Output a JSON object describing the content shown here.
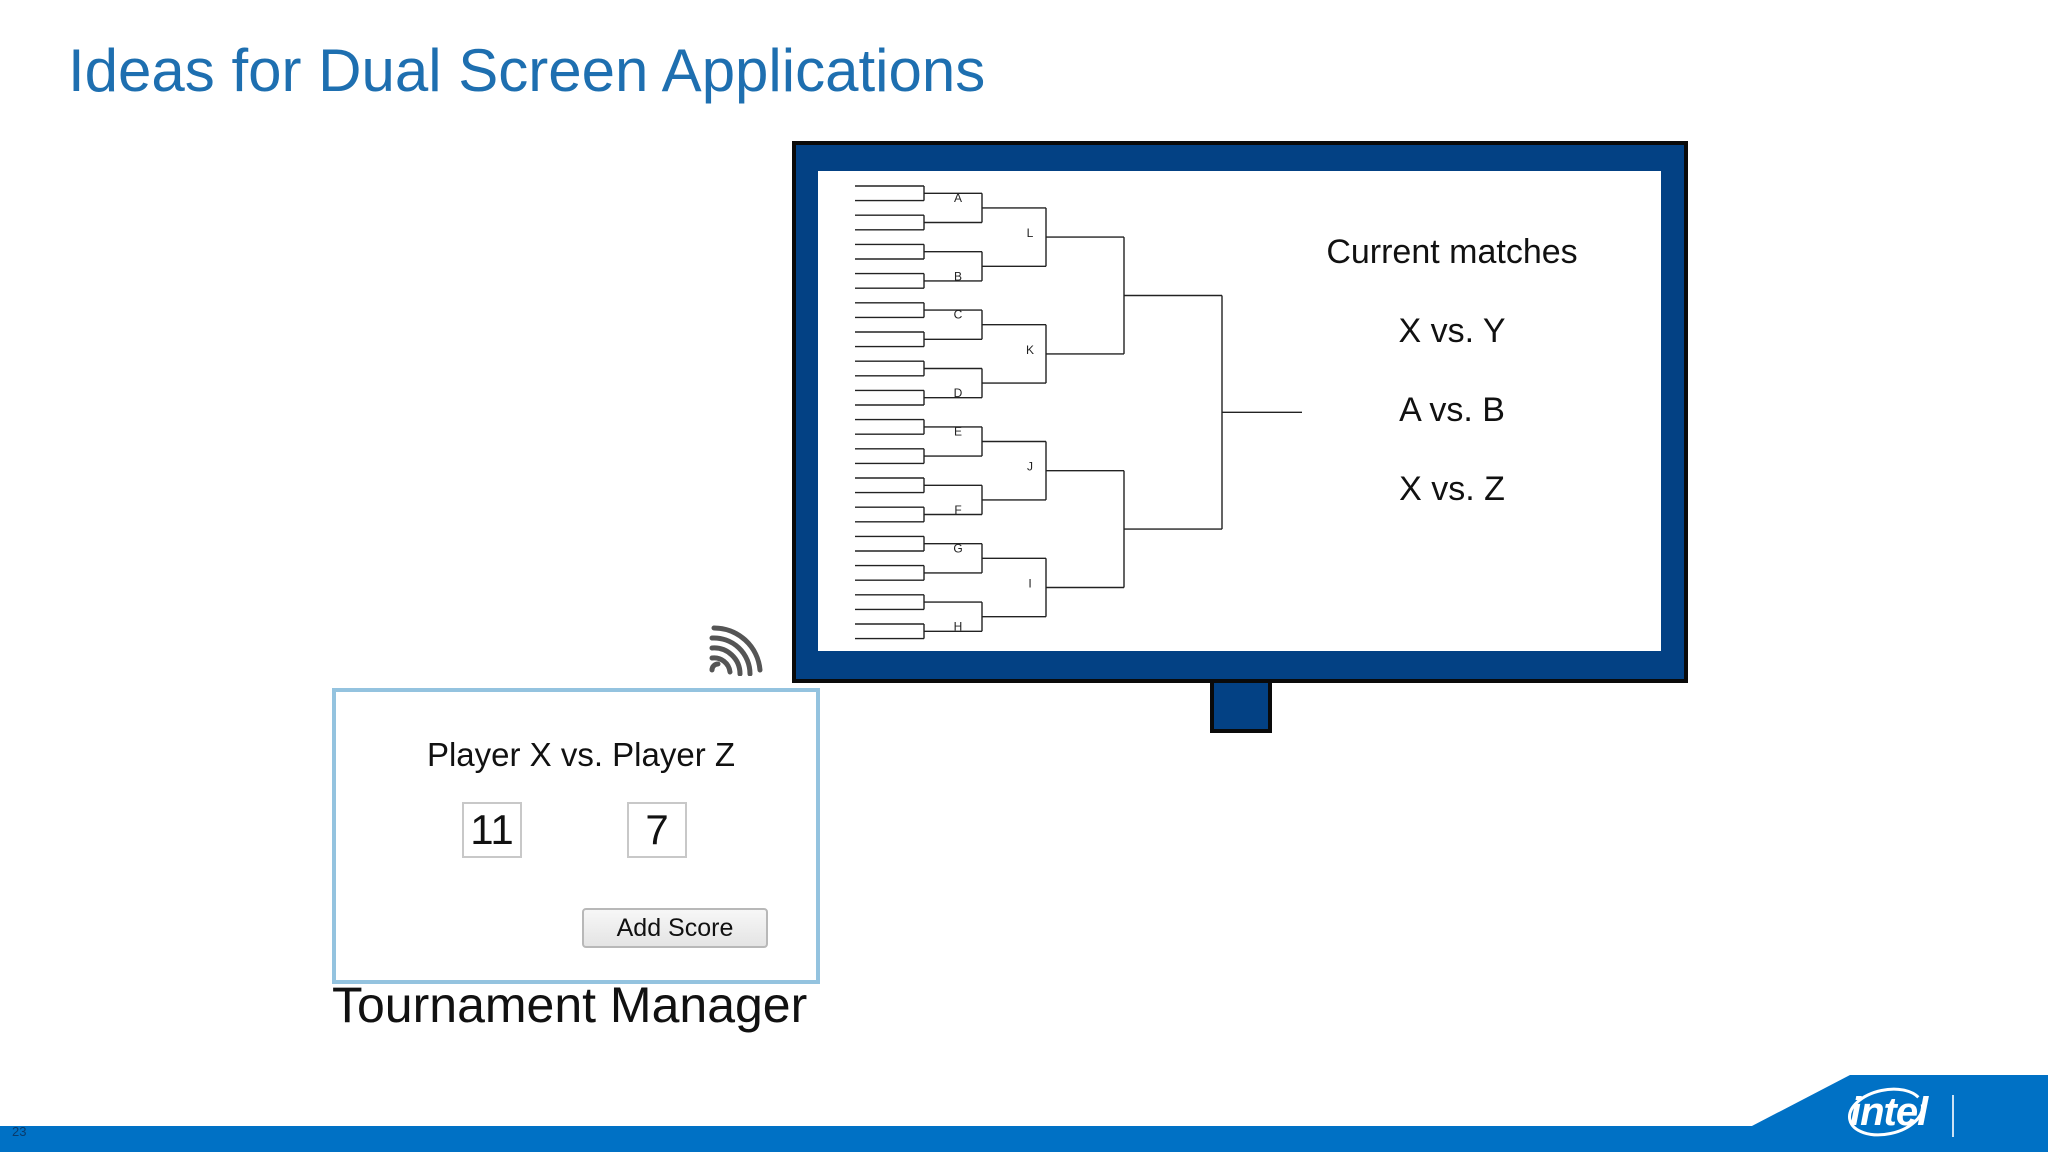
{
  "slide": {
    "title": "Ideas for Dual Screen Applications",
    "page_number": "23"
  },
  "tv": {
    "bracket_labels": [
      "A",
      "B",
      "C",
      "D",
      "E",
      "F",
      "G",
      "H",
      "L",
      "K",
      "J",
      "I"
    ],
    "current_matches_title": "Current matches",
    "matches": [
      "X vs. Y",
      "A vs. B",
      "X vs. Z"
    ]
  },
  "panel": {
    "title": "Player X vs. Player Z",
    "score_x": "11",
    "score_z": "7",
    "add_score_label": "Add Score"
  },
  "caption": "Tournament Manager",
  "footer": {
    "logo_text": "intel",
    "bar_color": "#0071c5",
    "tv_color": "#034184",
    "title_color": "#1e6fb0"
  }
}
